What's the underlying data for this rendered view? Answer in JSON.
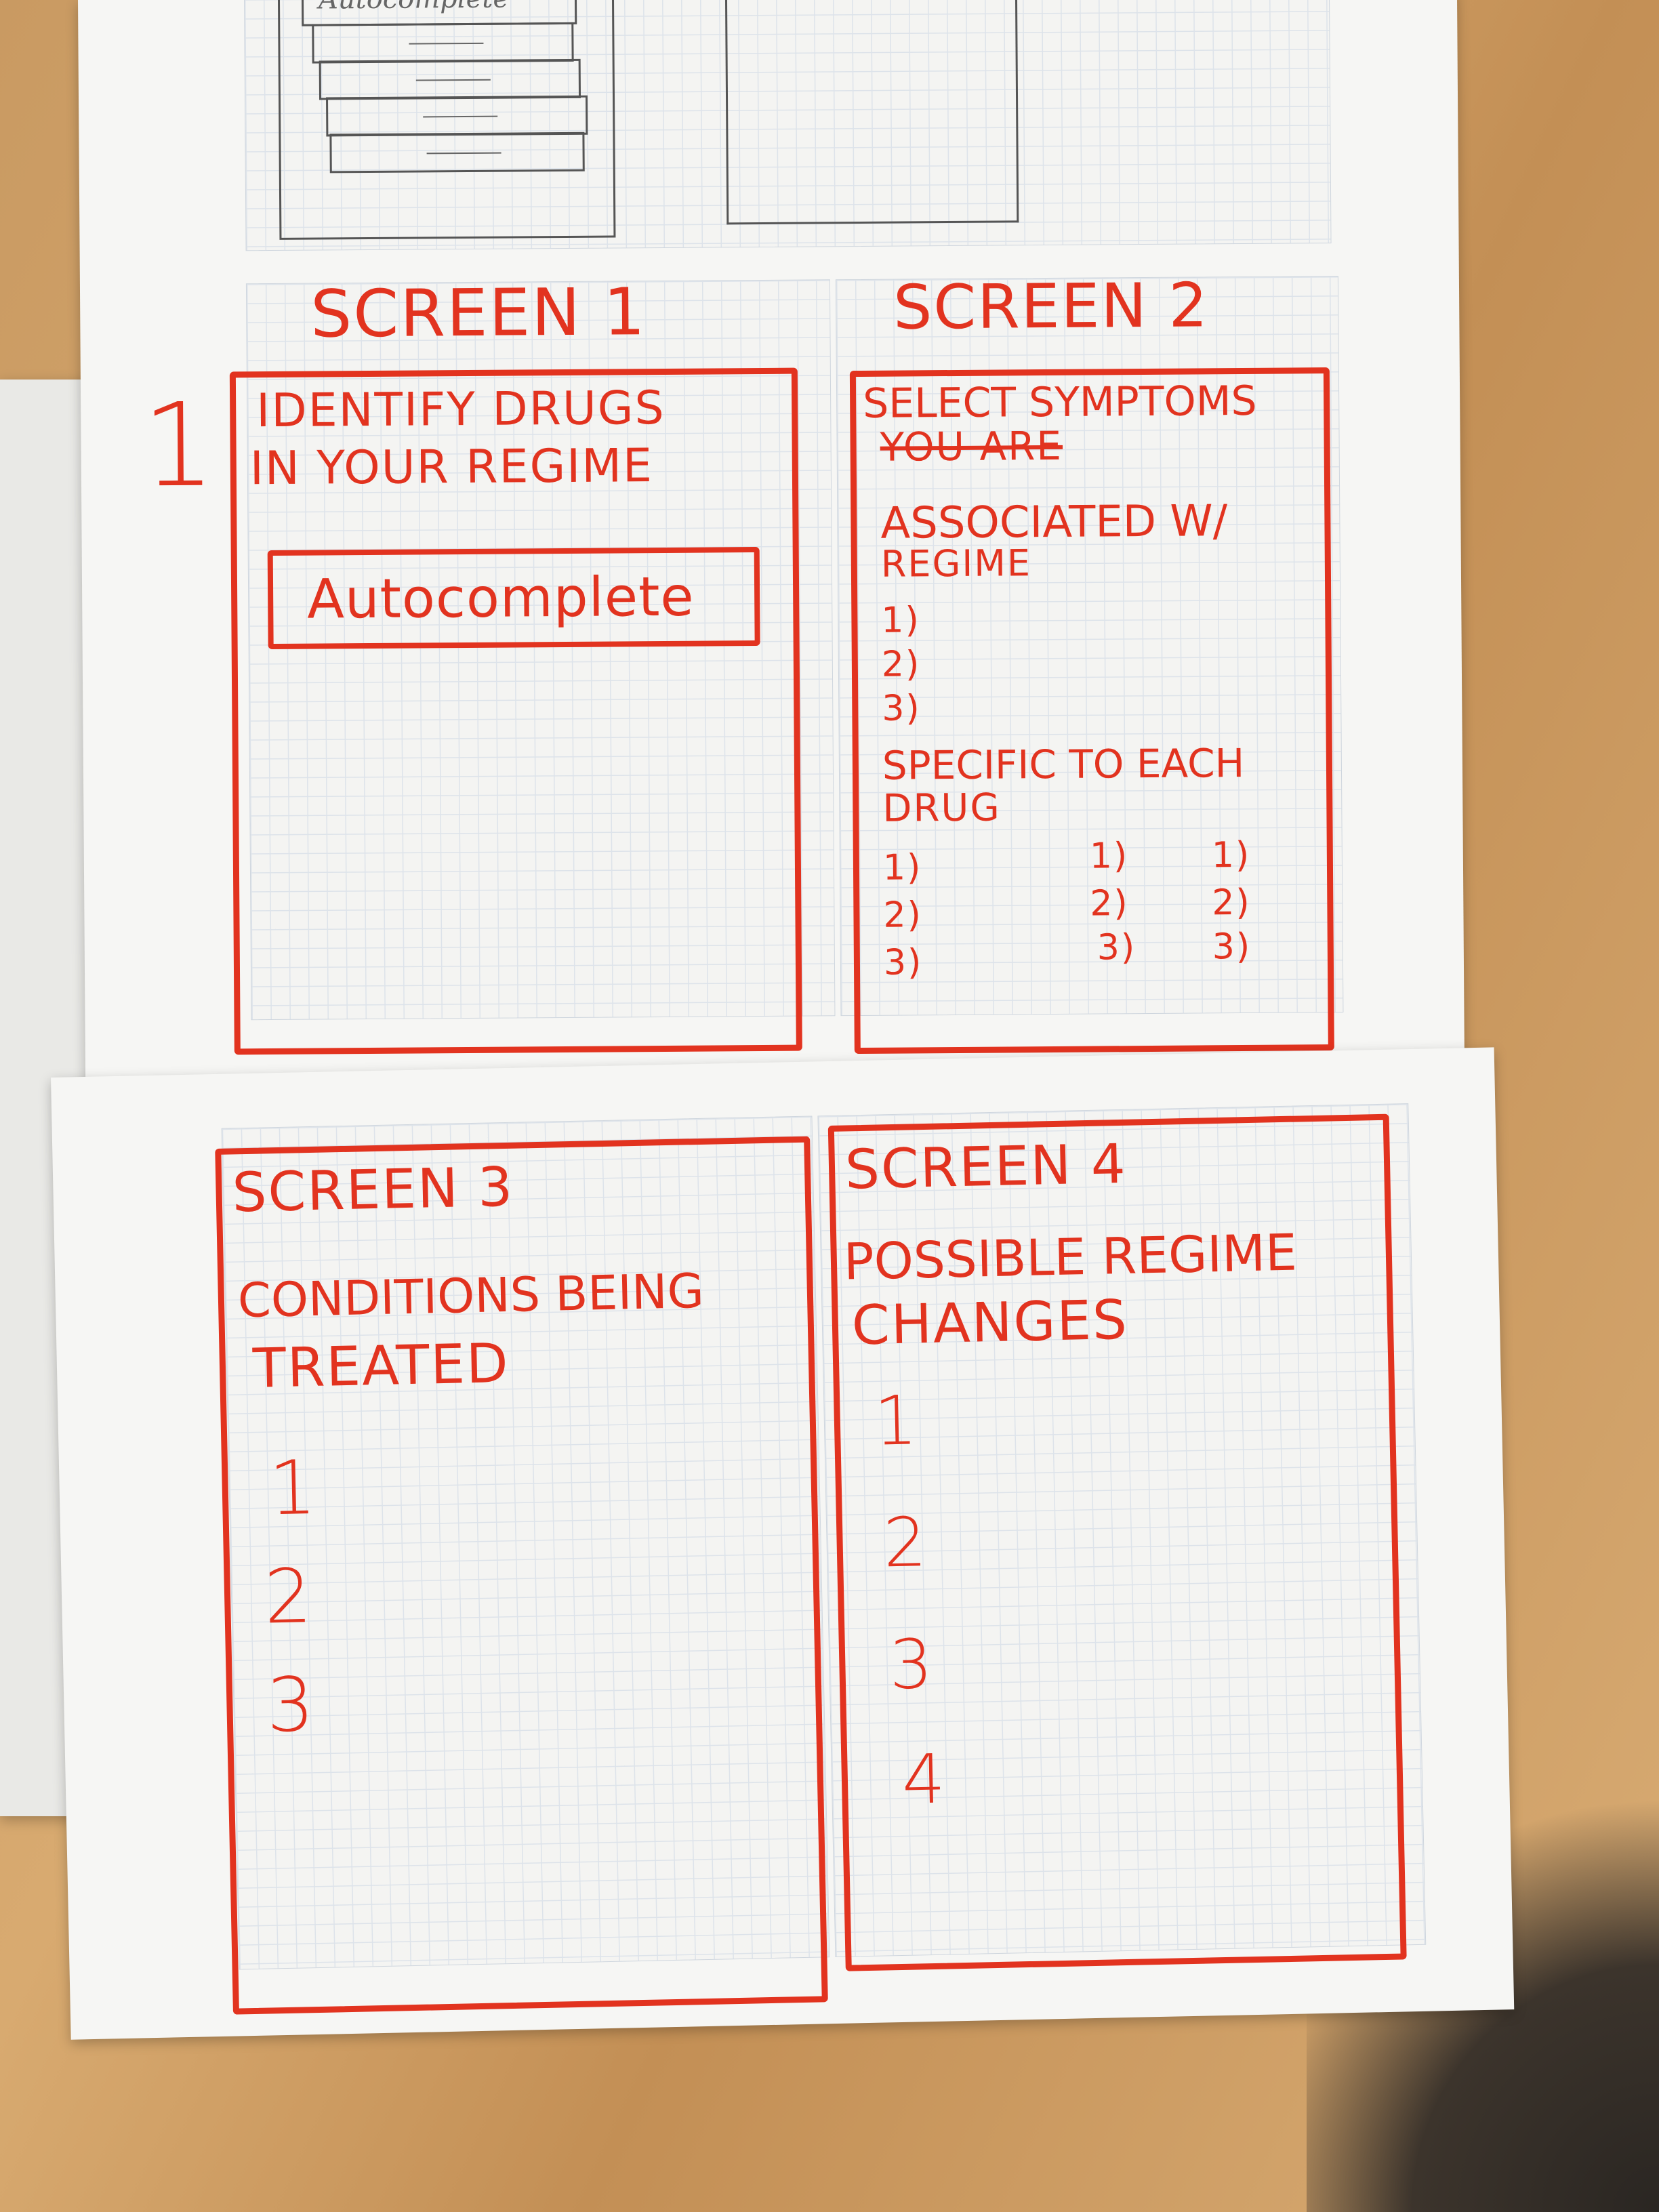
{
  "top_sketch": {
    "autocomplete_label": "Autocomplete"
  },
  "margin_mark": "1",
  "screens": [
    {
      "title": "SCREEN 1",
      "heading_line1": "IDENTIFY DRUGS",
      "heading_line2": "IN YOUR REGIME",
      "input_label": "Autocomplete"
    },
    {
      "title": "SCREEN 2",
      "heading": "SELECT SYMPTOMS",
      "struck_text": "YOU ARE",
      "section1_line1": "ASSOCIATED W/",
      "section1_line2": "REGIME",
      "section1_items": [
        "1)",
        "2)",
        "3)"
      ],
      "section2_line1": "SPECIFIC TO EACH",
      "section2_line2": "DRUG",
      "drug_columns": [
        [
          "1)",
          "2)",
          "3)"
        ],
        [
          "1)",
          "2)",
          "3)"
        ],
        [
          "1)",
          "2)",
          "3)"
        ]
      ]
    },
    {
      "title": "SCREEN 3",
      "heading_line1": "CONDITIONS BEING",
      "heading_line2": "TREATED",
      "items": [
        "1",
        "2",
        "3"
      ]
    },
    {
      "title": "SCREEN 4",
      "heading_line1": "POSSIBLE REGIME",
      "heading_line2": "CHANGES",
      "items": [
        "1",
        "2",
        "3",
        "4"
      ]
    }
  ]
}
